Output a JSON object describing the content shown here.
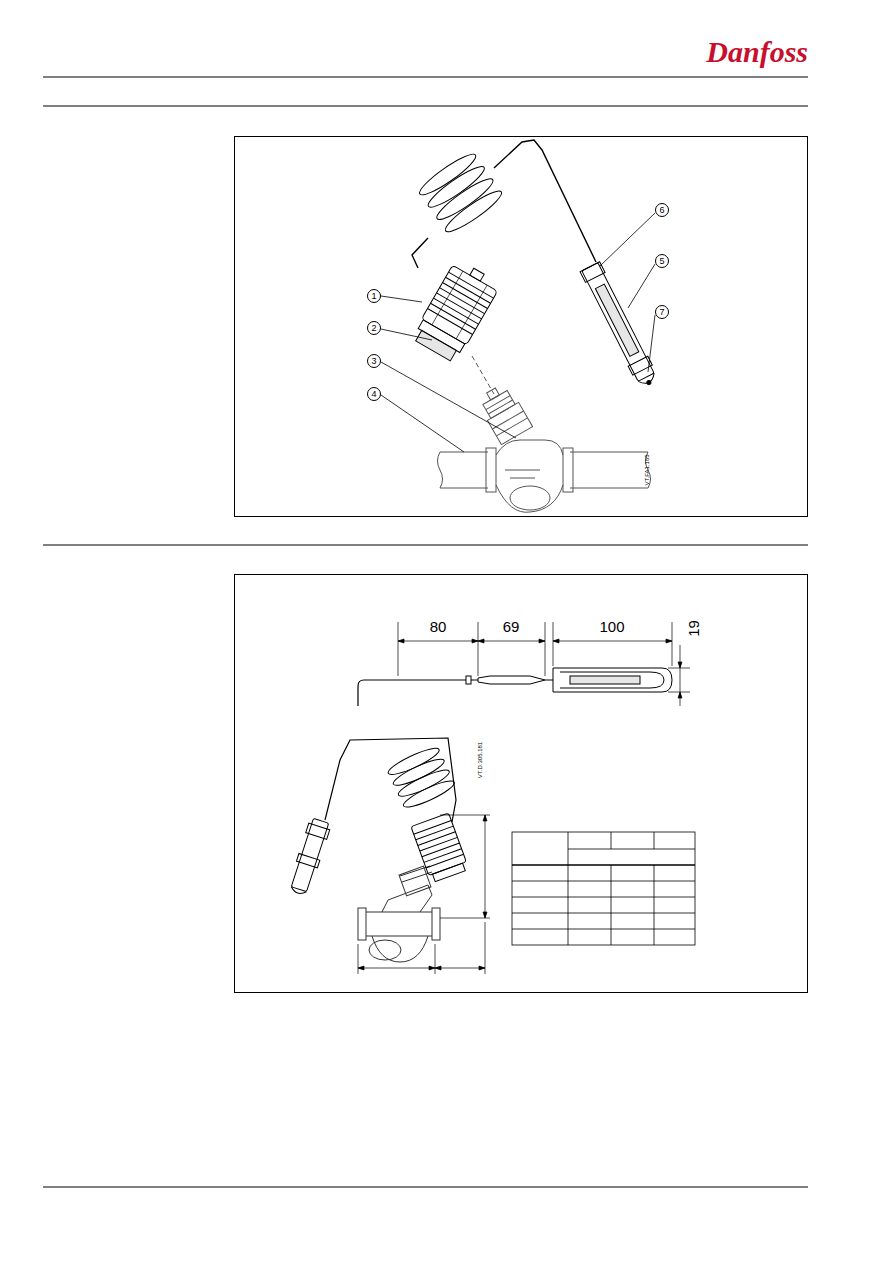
{
  "diagram": {
    "nodes": [
      {
        "text": [
          "1"
        ]
      },
      {
        "text": [
          "2"
        ]
      },
      {
        "text": [
          "3"
        ]
      },
      {
        "text": [
          "4"
        ]
      },
      {
        "text": [
          "6"
        ]
      },
      {
        "text": [
          "5"
        ]
      },
      {
        "text": [
          "7"
        ]
      }
    ],
    "labels": [
      "Danfoss",
      "VT.FA1.165",
      "80",
      "69",
      "100",
      "19",
      "VT.D.305.181"
    ]
  }
}
